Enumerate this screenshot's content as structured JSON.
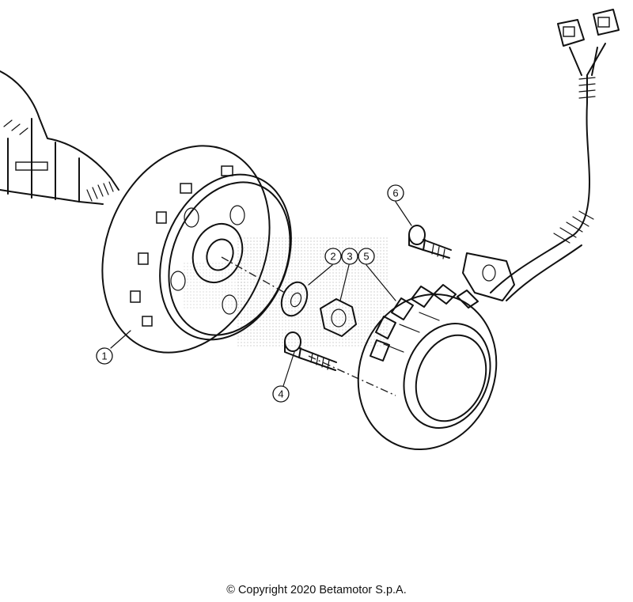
{
  "diagram": {
    "callouts": [
      {
        "id": "1",
        "label": "1"
      },
      {
        "id": "2",
        "label": "2"
      },
      {
        "id": "3",
        "label": "3"
      },
      {
        "id": "4",
        "label": "4"
      },
      {
        "id": "5",
        "label": "5"
      },
      {
        "id": "6",
        "label": "6"
      }
    ],
    "parts": [
      "flywheel-rotor",
      "washer",
      "nut",
      "screw",
      "stator",
      "pickup-screw",
      "crankshaft",
      "wiring-harness",
      "connector"
    ]
  },
  "footer": {
    "copyright": "© Copyright 2020 Betamotor S.p.A."
  }
}
